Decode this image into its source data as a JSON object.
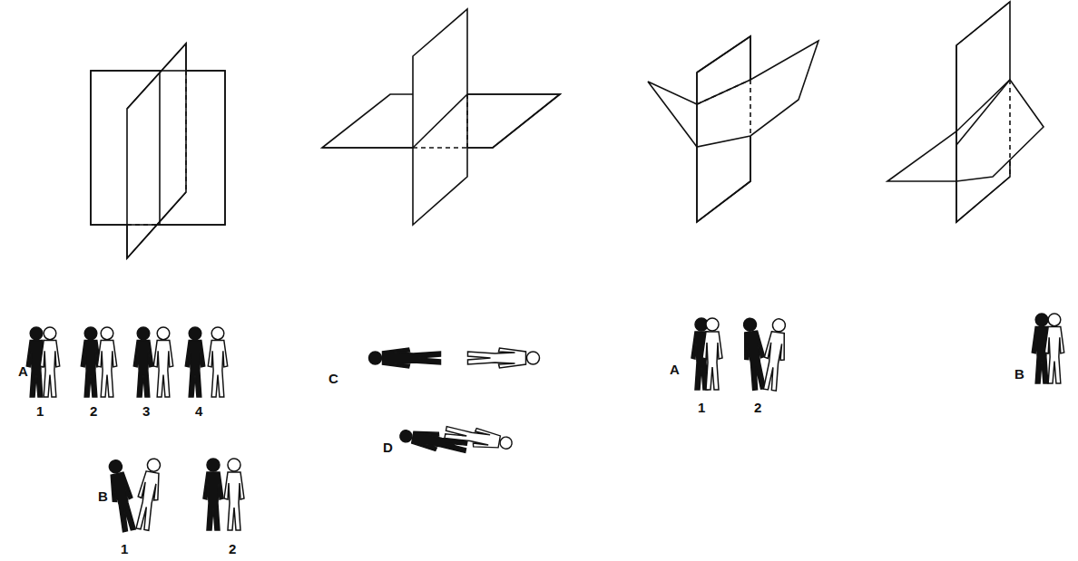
{
  "diagram": {
    "labels": [
      "A",
      "1",
      "2",
      "3",
      "4",
      "B",
      "1",
      "2",
      "C",
      "D",
      "A",
      "1",
      "2",
      "B"
    ]
  }
}
